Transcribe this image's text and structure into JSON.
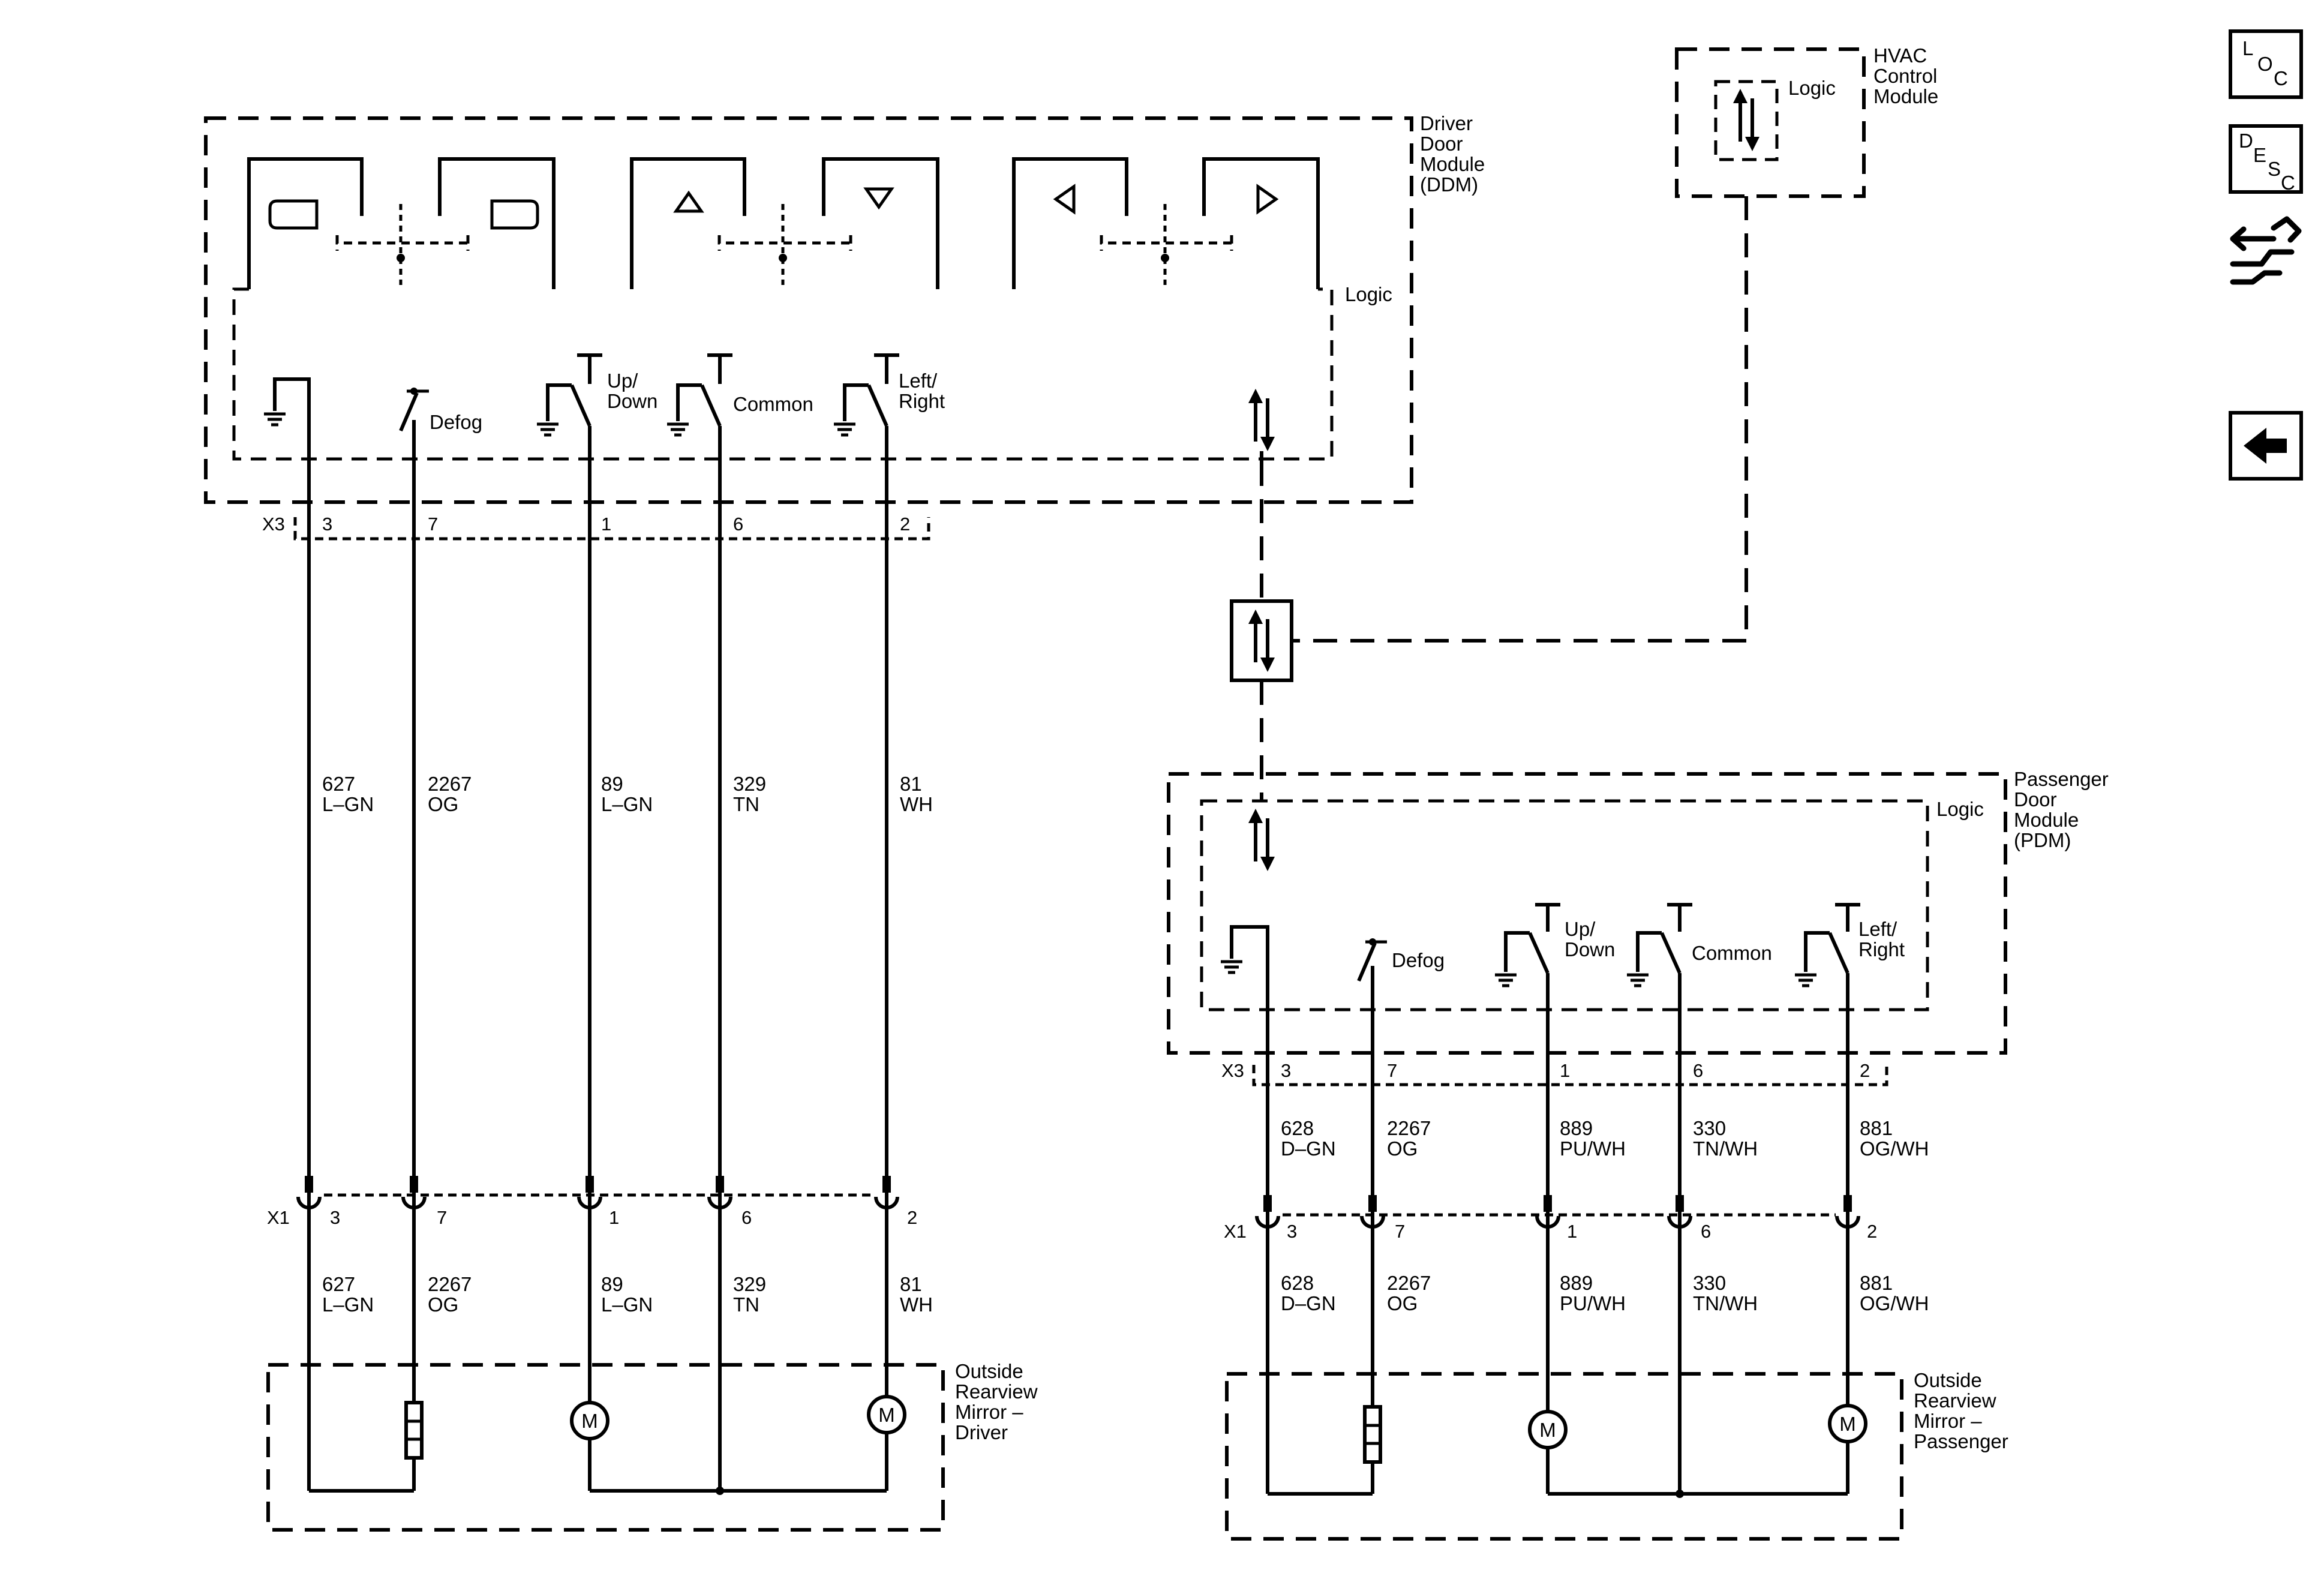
{
  "hvac": {
    "logic_label": "Logic",
    "module_name": [
      "HVAC",
      "Control",
      "Module"
    ]
  },
  "ddm": {
    "module_name": [
      "Driver",
      "Door",
      "Module",
      "(DDM)"
    ],
    "logic_label": "Logic",
    "labels": {
      "defog": "Defog",
      "up_down": [
        "Up/",
        "Down"
      ],
      "common": "Common",
      "left_right": [
        "Left/",
        "Right"
      ]
    },
    "connector_top": "X3",
    "connector_bottom": "X1",
    "pins": [
      "3",
      "7",
      "1",
      "6",
      "2"
    ],
    "wires": [
      {
        "circuit": "627",
        "color": "L–GN"
      },
      {
        "circuit": "2267",
        "color": "OG"
      },
      {
        "circuit": "89",
        "color": "L–GN"
      },
      {
        "circuit": "329",
        "color": "TN"
      },
      {
        "circuit": "81",
        "color": "WH"
      }
    ],
    "mirror_name": [
      "Outside",
      "Rearview",
      "Mirror –",
      "Driver"
    ]
  },
  "pdm": {
    "module_name": [
      "Passenger",
      "Door",
      "Module",
      "(PDM)"
    ],
    "logic_label": "Logic",
    "labels": {
      "defog": "Defog",
      "up_down": [
        "Up/",
        "Down"
      ],
      "common": "Common",
      "left_right": [
        "Left/",
        "Right"
      ]
    },
    "connector_top": "X3",
    "connector_bottom": "X1",
    "pins": [
      "3",
      "7",
      "1",
      "6",
      "2"
    ],
    "wires": [
      {
        "circuit": "628",
        "color": "D–GN"
      },
      {
        "circuit": "2267",
        "color": "OG"
      },
      {
        "circuit": "889",
        "color": "PU/WH"
      },
      {
        "circuit": "330",
        "color": "TN/WH"
      },
      {
        "circuit": "881",
        "color": "OG/WH"
      }
    ],
    "mirror_name": [
      "Outside",
      "Rearview",
      "Mirror –",
      "Passenger"
    ]
  },
  "motor_symbol": "M",
  "sidebar": {
    "loc": {
      "l": "L",
      "o": "O",
      "c": "C",
      "icon": "location-button"
    },
    "desc": {
      "d": "D",
      "e": "E",
      "s": "S",
      "c": "C",
      "icon": "description-button"
    },
    "connector_icon": "connector-hand-icon",
    "back_icon": "back-arrow-icon"
  }
}
